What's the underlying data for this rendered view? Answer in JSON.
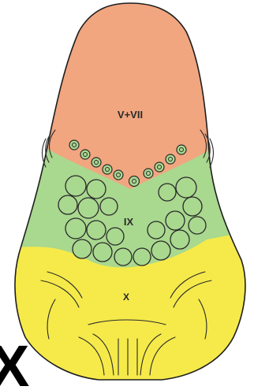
{
  "panel_letter": "X",
  "regions": [
    {
      "id": "anterior",
      "label": "V+VII",
      "color": "#f1a680"
    },
    {
      "id": "posterior",
      "label": "IX",
      "color": "#a9d88f"
    },
    {
      "id": "root",
      "label": "X",
      "color": "#f5ea4a"
    }
  ]
}
